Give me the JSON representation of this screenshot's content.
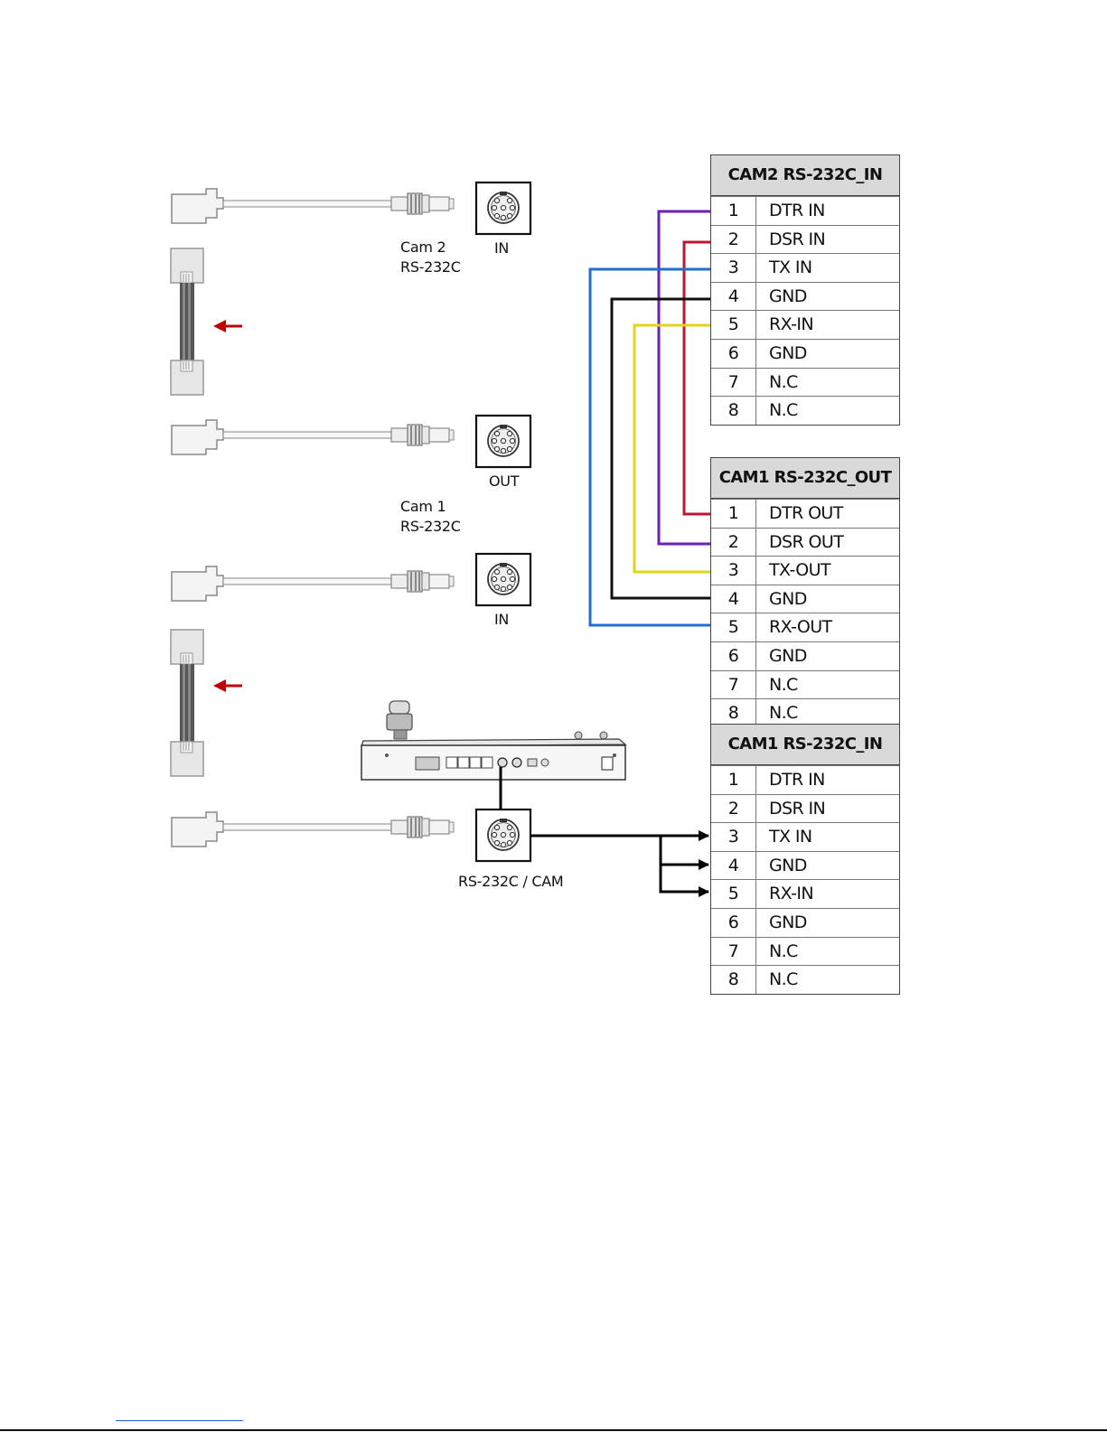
{
  "labels": {
    "cam2": "Cam 2",
    "cam2_port": "RS-232C",
    "cam1": "Cam 1",
    "cam1_port": "RS-232C",
    "in_top": "IN",
    "out": "OUT",
    "in_mid": "IN",
    "rs232c_cam": "RS-232C / CAM"
  },
  "tables": {
    "cam2_in": {
      "title": "CAM2 RS-232C_IN",
      "rows": [
        {
          "pin": "1",
          "signal": "DTR IN"
        },
        {
          "pin": "2",
          "signal": "DSR IN"
        },
        {
          "pin": "3",
          "signal": "TX IN"
        },
        {
          "pin": "4",
          "signal": "GND"
        },
        {
          "pin": "5",
          "signal": "RX-IN"
        },
        {
          "pin": "6",
          "signal": "GND"
        },
        {
          "pin": "7",
          "signal": "N.C"
        },
        {
          "pin": "8",
          "signal": "N.C"
        }
      ]
    },
    "cam1_out": {
      "title": "CAM1 RS-232C_OUT",
      "rows": [
        {
          "pin": "1",
          "signal": "DTR OUT"
        },
        {
          "pin": "2",
          "signal": "DSR OUT"
        },
        {
          "pin": "3",
          "signal": "TX-OUT"
        },
        {
          "pin": "4",
          "signal": "GND"
        },
        {
          "pin": "5",
          "signal": "RX-OUT"
        },
        {
          "pin": "6",
          "signal": "GND"
        },
        {
          "pin": "7",
          "signal": "N.C"
        },
        {
          "pin": "8",
          "signal": "N.C"
        }
      ]
    },
    "cam1_in": {
      "title": "CAM1 RS-232C_IN",
      "rows": [
        {
          "pin": "1",
          "signal": "DTR IN"
        },
        {
          "pin": "2",
          "signal": "DSR IN"
        },
        {
          "pin": "3",
          "signal": "TX IN"
        },
        {
          "pin": "4",
          "signal": "GND"
        },
        {
          "pin": "5",
          "signal": "RX-IN"
        },
        {
          "pin": "6",
          "signal": "GND"
        },
        {
          "pin": "7",
          "signal": "N.C"
        },
        {
          "pin": "8",
          "signal": "N.C"
        }
      ]
    }
  },
  "wire_colors": {
    "dtr_dsr": "#6a1fb5",
    "dsr_dtr": "#c0152f",
    "tx_rx": "#1f6fd1",
    "gnd": "#111111",
    "rx_tx": "#e3d41a",
    "arrow": "#c00000"
  }
}
